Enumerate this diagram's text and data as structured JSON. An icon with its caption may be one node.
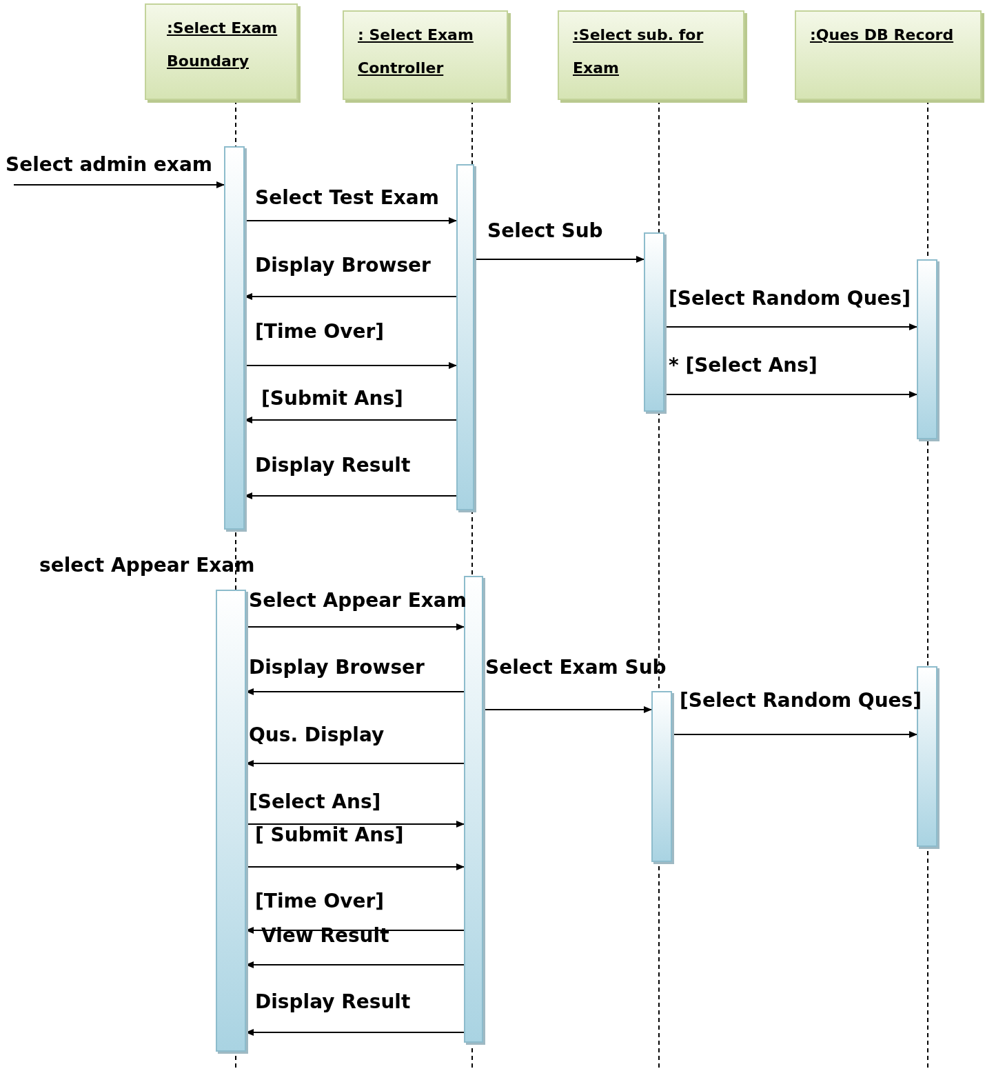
{
  "diagram": {
    "nodes": [
      {
        "text": [
          ":Select Exam Boundary"
        ]
      },
      {
        "text": [
          ": Select Exam Controller"
        ]
      },
      {
        "text": [
          ":Select sub. for Exam"
        ]
      },
      {
        "text": [
          ":Ques DB Record"
        ]
      },
      {
        "text": [],
        "shape": "bar"
      },
      {
        "text": [],
        "shape": "bar"
      },
      {
        "text": [],
        "shape": "bar"
      },
      {
        "text": [],
        "shape": "bar"
      },
      {
        "text": [],
        "shape": "bar"
      },
      {
        "text": [],
        "shape": "bar"
      },
      {
        "text": [],
        "shape": "bar"
      },
      {
        "text": [],
        "shape": "bar"
      }
    ],
    "edges": [
      {
        "from": null,
        "to": 4,
        "arrow": "to",
        "label": "Select admin exam"
      },
      {
        "from": 4,
        "to": 5,
        "arrow": "to",
        "label": "Select Test Exam"
      },
      {
        "from": 5,
        "to": 6,
        "arrow": "to",
        "label": "Select Sub"
      },
      {
        "from": 5,
        "to": 4,
        "arrow": "to",
        "label": "Display Browser"
      },
      {
        "from": 6,
        "to": 7,
        "arrow": "to",
        "label": "[Select Random Ques]"
      },
      {
        "from": 4,
        "to": 5,
        "arrow": "to",
        "label": "[Time Over]"
      },
      {
        "from": 6,
        "to": 7,
        "arrow": "to",
        "label": "* [Select Ans]"
      },
      {
        "from": 5,
        "to": 4,
        "arrow": "to",
        "label": "[Submit Ans]"
      },
      {
        "from": 5,
        "to": 4,
        "arrow": "to",
        "label": "Display Result"
      },
      {
        "from": 8,
        "to": 9,
        "arrow": "to",
        "label": "Select Appear Exam"
      },
      {
        "from": 9,
        "to": 8,
        "arrow": "to",
        "label": "Display Browser"
      },
      {
        "from": 9,
        "to": 11,
        "arrow": "to",
        "label": "Select Exam Sub"
      },
      {
        "from": 11,
        "to": 10,
        "arrow": "to",
        "label": "[Select Random Ques]"
      },
      {
        "from": 9,
        "to": 8,
        "arrow": "to",
        "label": "Qus. Display"
      },
      {
        "from": 8,
        "to": 9,
        "arrow": "to",
        "label": "[Select Ans]"
      },
      {
        "from": 8,
        "to": 9,
        "arrow": "to",
        "label": "[ Submit Ans]"
      },
      {
        "from": 9,
        "to": 8,
        "arrow": "to",
        "label": "[Time Over]"
      },
      {
        "from": 9,
        "to": 8,
        "arrow": "to",
        "label": "View Result"
      },
      {
        "from": 9,
        "to": 8,
        "arrow": "to",
        "label": "Display Result"
      }
    ],
    "labels": [
      "select Appear Exam"
    ]
  }
}
